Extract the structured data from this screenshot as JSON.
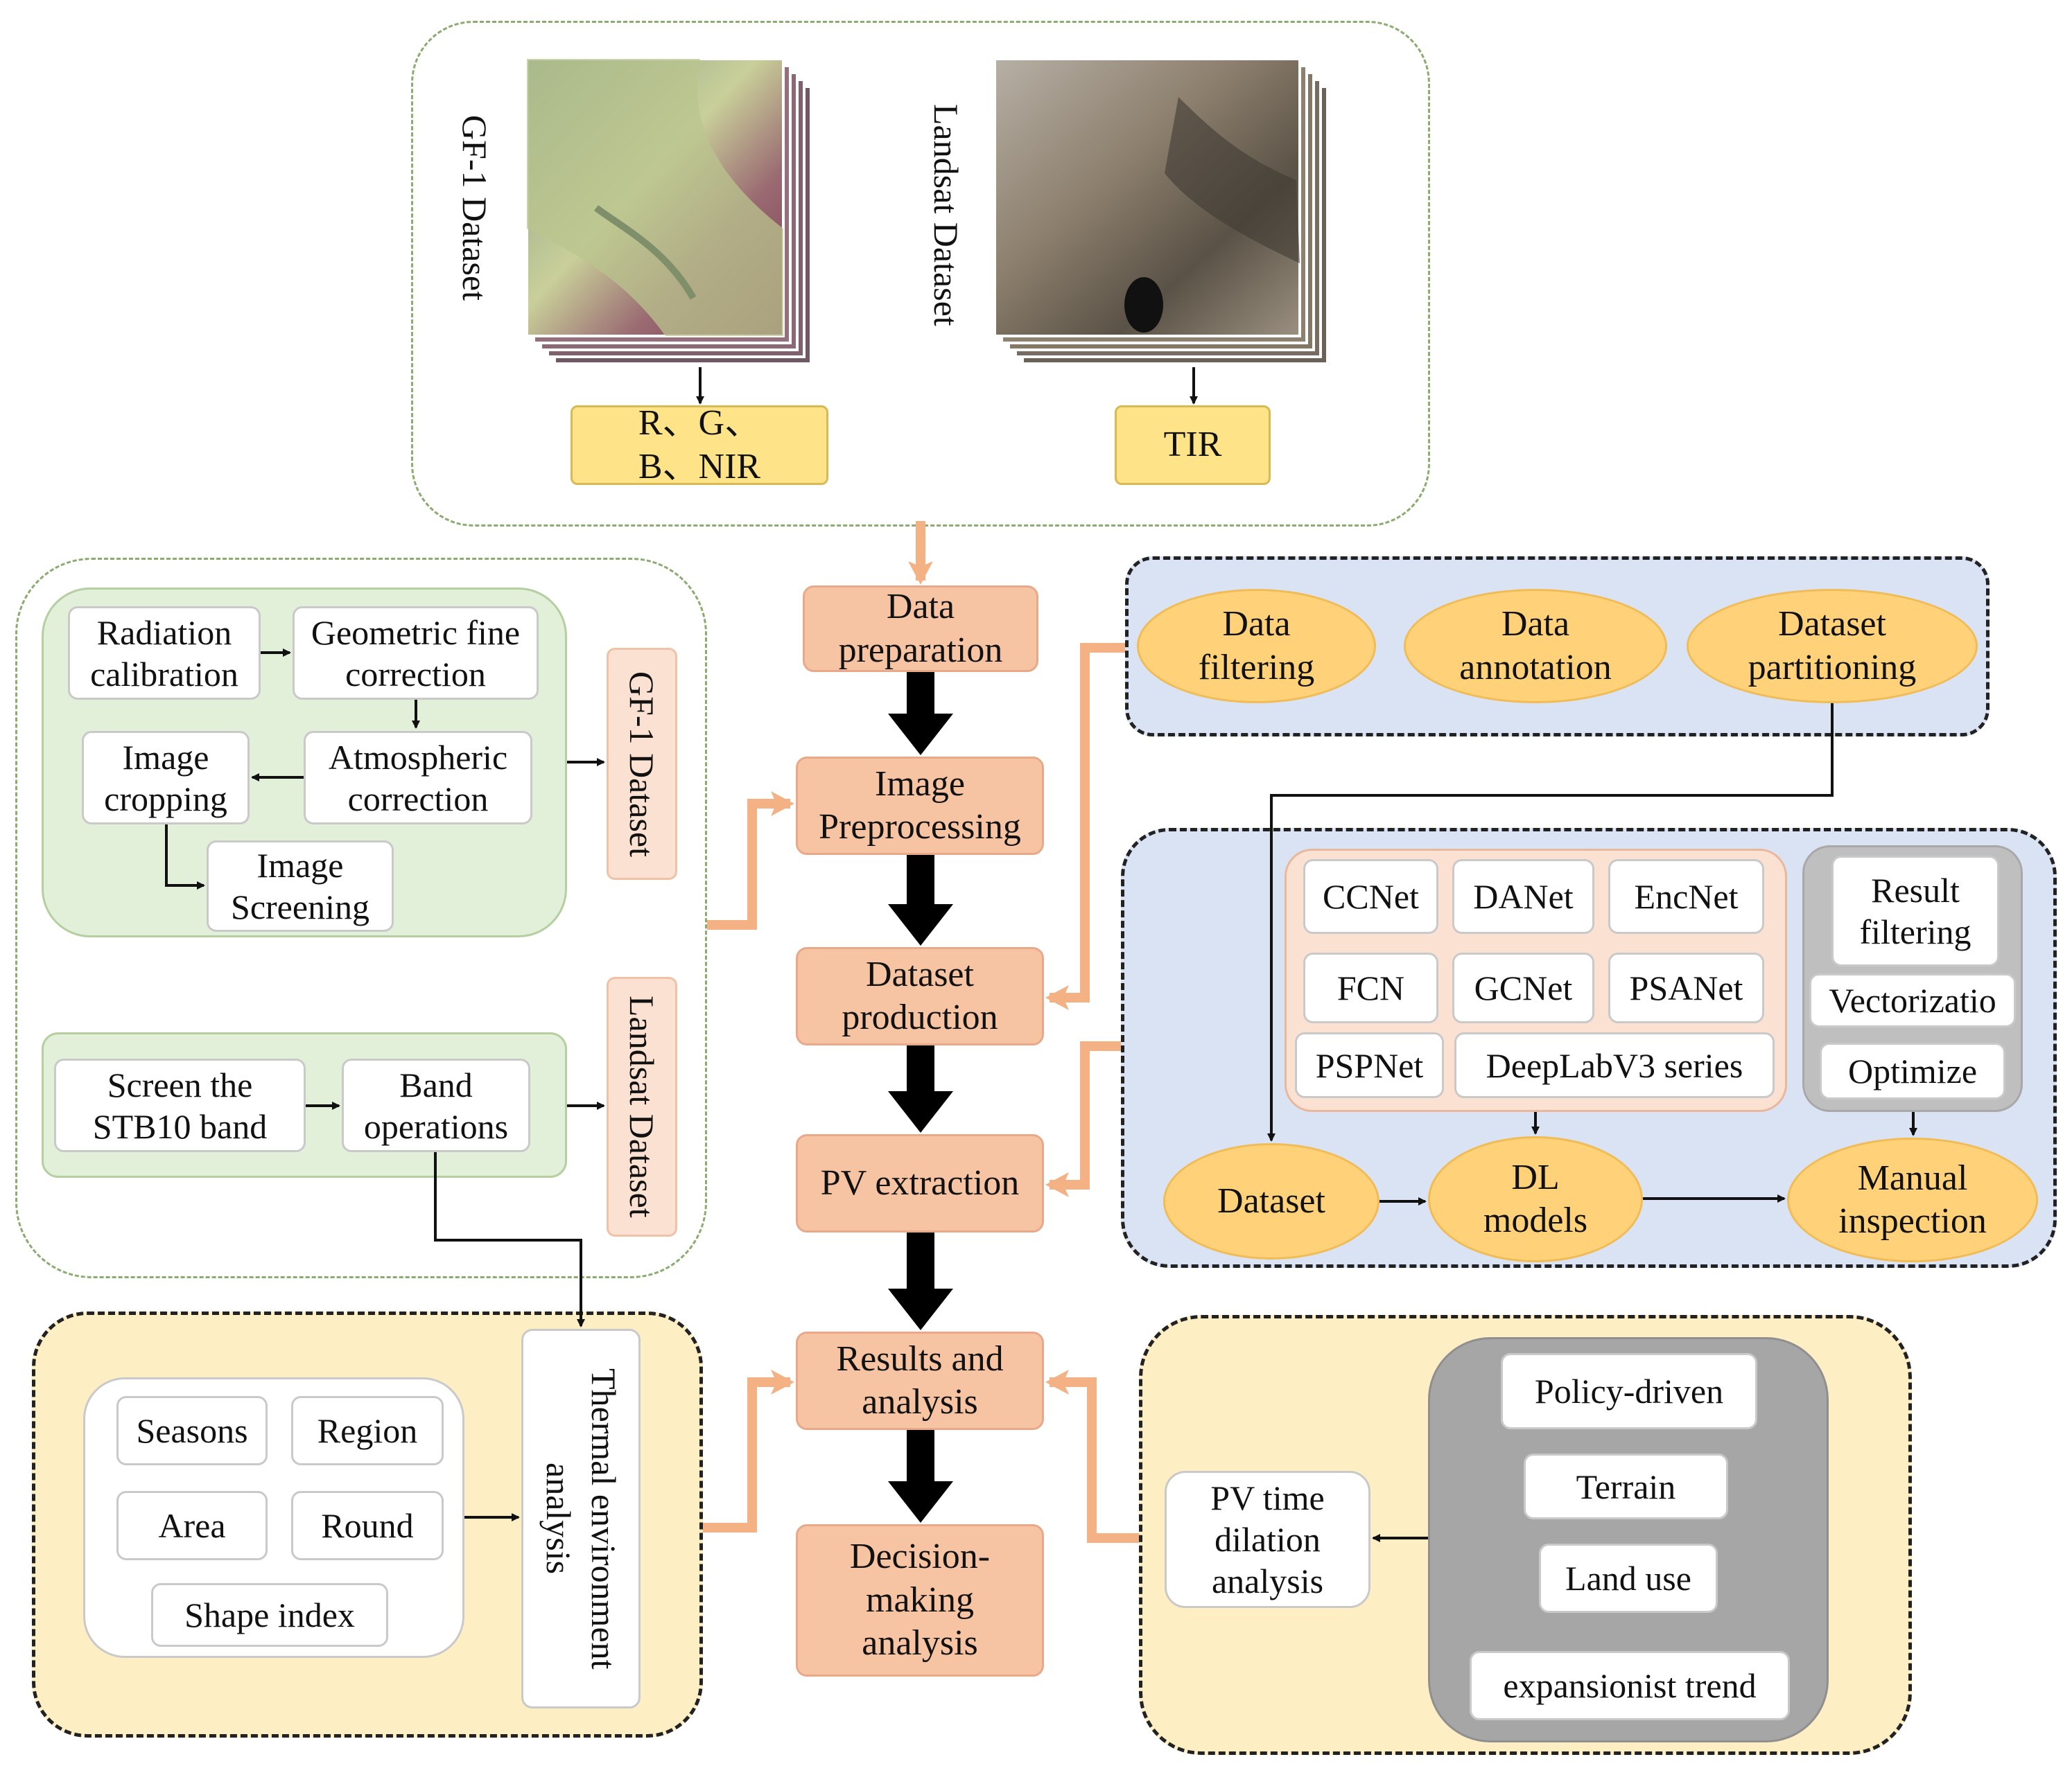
{
  "top": {
    "gf1_title": "GF-1 Dataset",
    "landsat_title": "Landsat Dataset",
    "gf1_bands": "R、G、B、NIR",
    "landsat_bands": "TIR"
  },
  "flow": {
    "data_preparation": "Data preparation",
    "image_preprocessing": "Image Preprocessing",
    "dataset_production": "Dataset production",
    "pv_extraction": "PV extraction",
    "results_analysis": "Results and analysis",
    "decision_making": "Decision-making analysis"
  },
  "preprocessing": {
    "radiation_calibration": "Radiation calibration",
    "geometric_fine_correction": "Geometric fine correction",
    "atmospheric_correction": "Atmospheric correction",
    "image_cropping": "Image cropping",
    "image_screening": "Image Screening",
    "gf1_label": "GF-1 Dataset",
    "screen_stb10": "Screen the STB10 band",
    "band_operations": "Band operations",
    "landsat_label": "Landsat Dataset"
  },
  "dataset": {
    "data_filtering": "Data filtering",
    "data_annotation": "Data annotation",
    "dataset_partitioning": "Dataset partitioning"
  },
  "models": {
    "list": [
      "CCNet",
      "DANet",
      "EncNet",
      "FCN",
      "GCNet",
      "PSANet",
      "PSPNet",
      "DeepLabV3 series"
    ],
    "result_filtering": "Result filtering",
    "vectorization": "Vectorizatio",
    "optimize": "Optimize",
    "dataset": "Dataset",
    "dl_models": "DL models",
    "manual_inspection": "Manual inspection"
  },
  "thermal": {
    "factors": [
      "Seasons",
      "Region",
      "Area",
      "Round",
      "Shape index"
    ],
    "label": "Thermal environment analysis"
  },
  "time_dilation": {
    "label": "PV time dilation analysis",
    "drivers": [
      "Policy-driven",
      "Terrain",
      "Land use",
      "expansionist trend"
    ]
  },
  "colors": {
    "core_fill": "#f6c4a3",
    "band_fill": "#ffe388",
    "ellipse_fill": "#ffd27a",
    "green_panel": "#e2efd9",
    "blue_panel": "#dae3f3",
    "yellow_panel": "#fdeec4",
    "gray_panel": "#a6a6a6",
    "arrow_orange": "#f4b183"
  }
}
